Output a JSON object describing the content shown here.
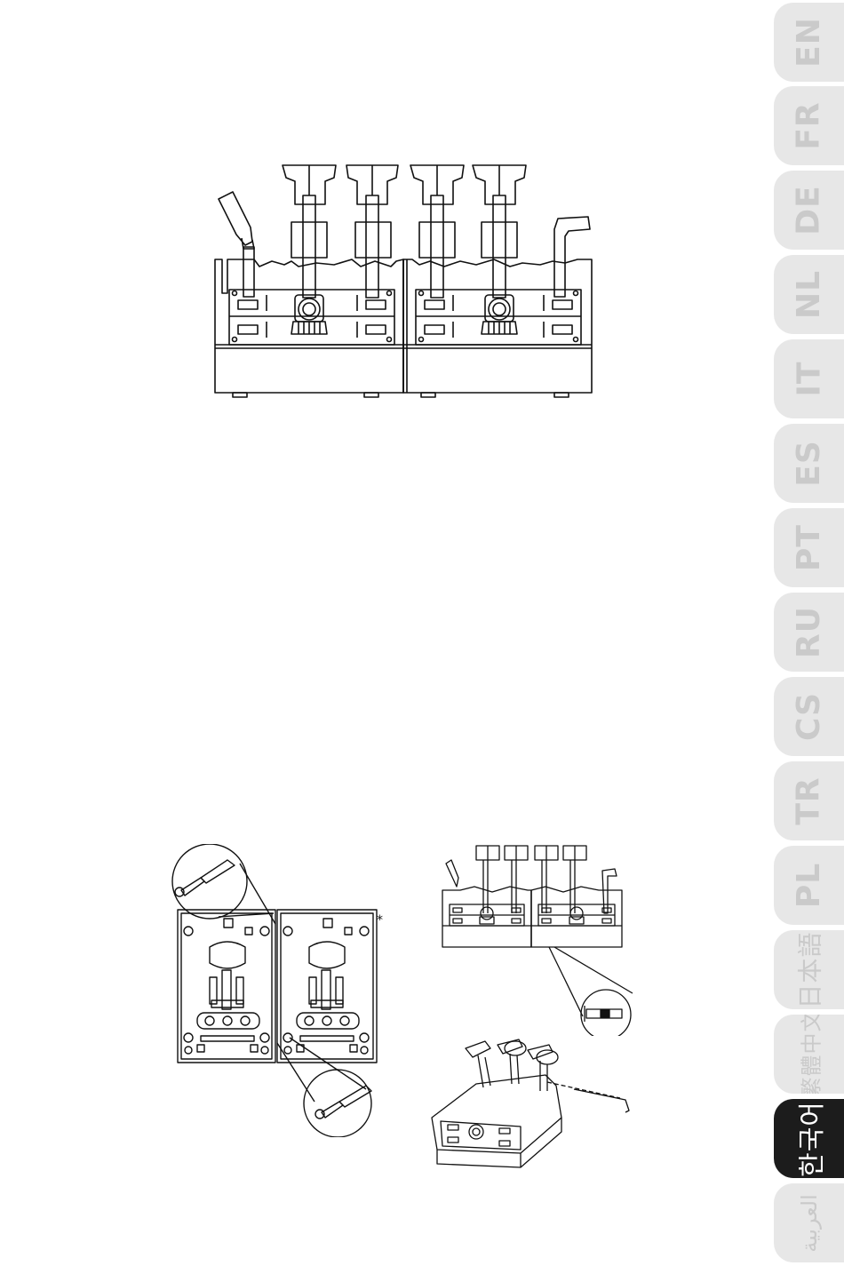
{
  "language_tabs": [
    {
      "label": "EN",
      "active": false
    },
    {
      "label": "FR",
      "active": false
    },
    {
      "label": "DE",
      "active": false
    },
    {
      "label": "NL",
      "active": false
    },
    {
      "label": "IT",
      "active": false
    },
    {
      "label": "ES",
      "active": false
    },
    {
      "label": "PT",
      "active": false
    },
    {
      "label": "RU",
      "active": false
    },
    {
      "label": "CS",
      "active": false
    },
    {
      "label": "TR",
      "active": false
    },
    {
      "label": "PL",
      "active": false
    },
    {
      "label": "日本語",
      "active": false
    },
    {
      "label": "繁體中文",
      "active": false
    },
    {
      "label": "한국어",
      "active": true
    },
    {
      "label": "العربية",
      "active": false
    }
  ],
  "illustrations": {
    "bottom_view": {
      "asterisk": "*"
    }
  },
  "colors": {
    "tab_inactive": "#e7e7e7",
    "tab_active": "#1c1c1c",
    "line_art": "#111111"
  }
}
